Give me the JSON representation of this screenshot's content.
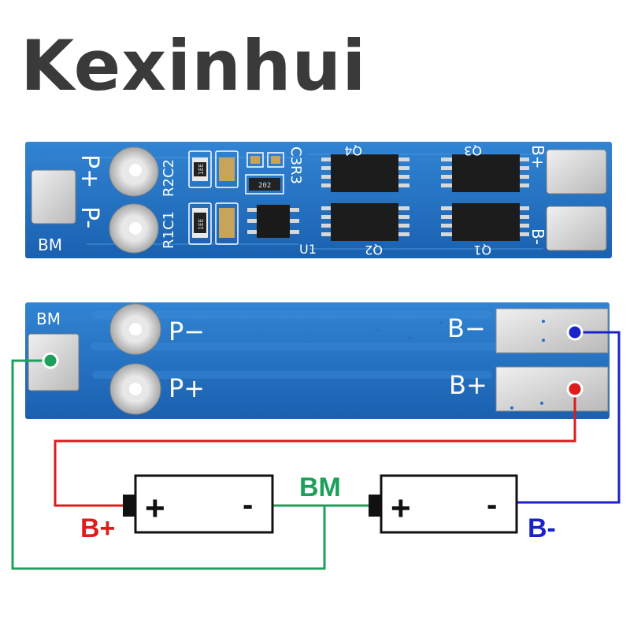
{
  "logo": {
    "text": "Kexinhui",
    "color": "#3a3a3a"
  },
  "top_board": {
    "labels": {
      "bm": "BM",
      "p_plus": "P+",
      "p_minus": "P-",
      "b_plus": "B+",
      "b_minus": "B-",
      "r2c2": "R2C2",
      "r1c1": "R1C1",
      "c3r3": "C3R3",
      "u1": "U1",
      "q1": "Q1",
      "q2": "Q2",
      "q3": "Q3",
      "q4": "Q4",
      "resistor_code_1": "1EE",
      "resistor_code_2": "1EE",
      "resistor_code_3": "202"
    },
    "color": "#1f6fc4"
  },
  "bottom_board": {
    "labels": {
      "bm": "BM",
      "p_minus": "P−",
      "p_plus": "P+",
      "b_minus": "B−",
      "b_plus": "B+"
    },
    "color": "#1a69b9"
  },
  "wiring": {
    "b_plus_label": "B+",
    "bm_label": "BM",
    "b_minus_label": "B-",
    "colors": {
      "red": "#dd1c1c",
      "green": "#1ca05a",
      "blue": "#1b22c8"
    }
  },
  "batteries": [
    {
      "plus": "+",
      "minus": "-"
    },
    {
      "plus": "+",
      "minus": "-"
    }
  ]
}
